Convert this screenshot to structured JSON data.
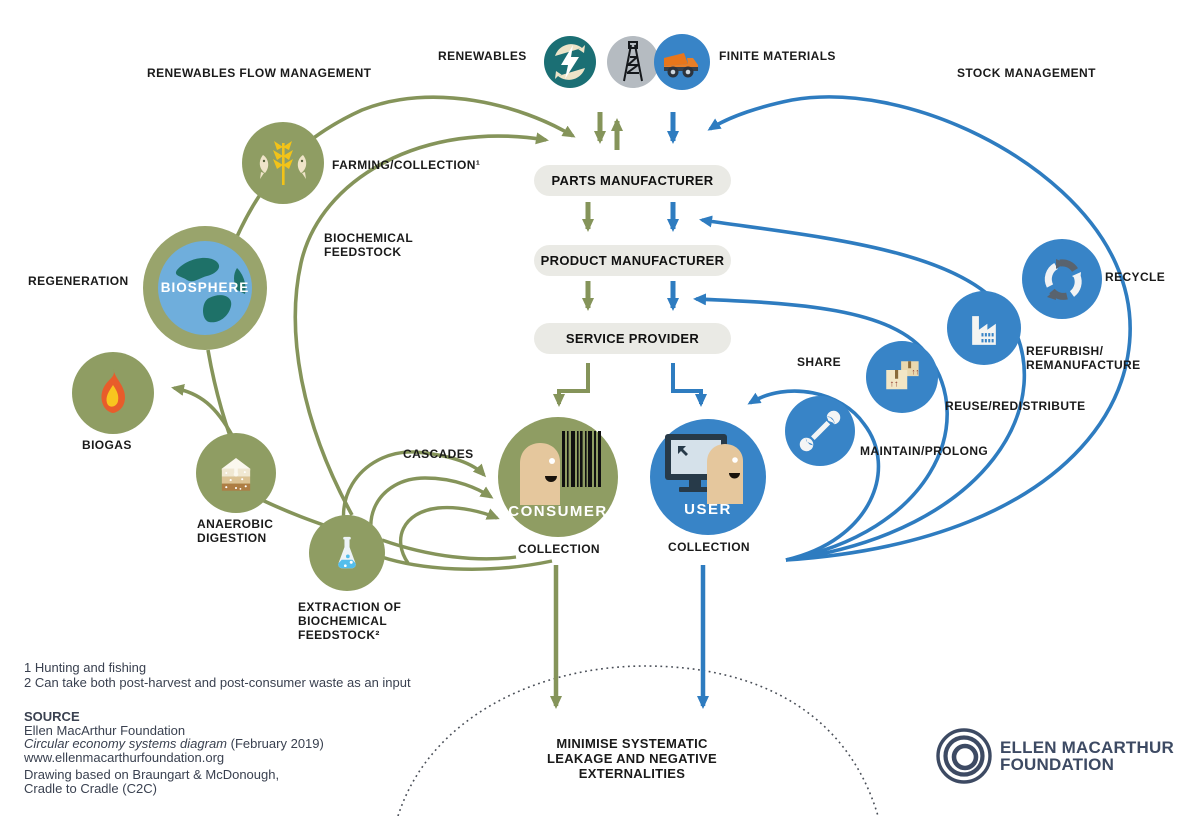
{
  "colors": {
    "olive": "#8F9D63",
    "olive_stroke": "#85945A",
    "blue": "#3884C7",
    "blue_stroke": "#2E7CC0",
    "teal": "#1B6F74",
    "gray_circle": "#B5BBC1",
    "pill_bg": "#EAEAE5",
    "navy": "#3D4A63",
    "skin": "#E5C79D",
    "truck_orange": "#E8761B",
    "wheat_yellow": "#F2C318",
    "flame_orange": "#E85C2B"
  },
  "header": {
    "left_title": "RENEWABLES FLOW MANAGEMENT",
    "right_title": "STOCK MANAGEMENT",
    "renewables_label": "RENEWABLES",
    "finite_label": "FINITE MATERIALS"
  },
  "chain": {
    "parts": "PARTS MANUFACTURER",
    "product": "PRODUCT MANUFACTURER",
    "service": "SERVICE PROVIDER"
  },
  "left": {
    "farming": "FARMING/COLLECTION¹",
    "biochemical": [
      "BIOCHEMICAL",
      "FEEDSTOCK"
    ],
    "regeneration": "REGENERATION",
    "biosphere": "BIOSPHERE",
    "biogas": "BIOGAS",
    "anaerobic": [
      "ANAEROBIC",
      "DIGESTION"
    ],
    "extraction": [
      "EXTRACTION OF",
      "BIOCHEMICAL",
      "FEEDSTOCK²"
    ],
    "cascades": "CASCADES",
    "consumer": "CONSUMER",
    "collection": "COLLECTION"
  },
  "right": {
    "share": "SHARE",
    "maintain": "MAINTAIN/PROLONG",
    "reuse": "REUSE/REDISTRIBUTE",
    "refurbish": [
      "REFURBISH/",
      "REMANUFACTURE"
    ],
    "recycle": "RECYCLE",
    "user": "USER",
    "collection": "COLLECTION"
  },
  "bottom": {
    "minimise": [
      "MINIMISE SYSTEMATIC",
      "LEAKAGE AND NEGATIVE",
      "EXTERNALITIES"
    ],
    "footnote1": "1 Hunting and fishing",
    "footnote2": "2 Can take both post-harvest and post-consumer waste as an input",
    "source_heading": "SOURCE",
    "source_line1": "Ellen MacArthur Foundation",
    "source_line2_italic": "Circular economy systems diagram",
    "source_line2_rest": " (February 2019)",
    "source_line3": "www.ellenmacarthurfoundation.org",
    "source_line4": "Drawing based on Braungart & McDonough,",
    "source_line5": "Cradle to Cradle (C2C)"
  },
  "logo": {
    "line1": "ELLEN MACARTHUR",
    "line2": "FOUNDATION"
  }
}
